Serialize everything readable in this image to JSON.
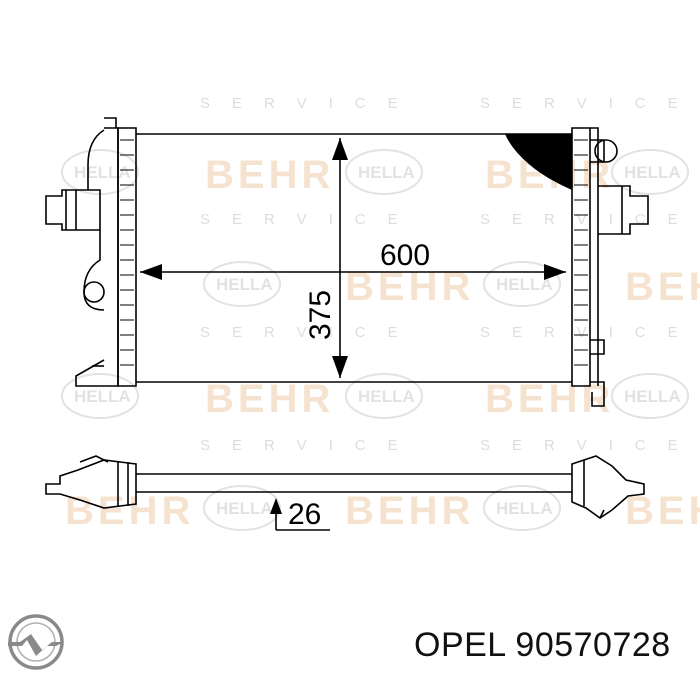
{
  "watermark": {
    "brand_word": "BEHR",
    "hella_word": "HELLA",
    "service_word": "SERVICE"
  },
  "dimensions": {
    "width": "600",
    "height": "375",
    "depth": "26"
  },
  "caption": {
    "brand": "OPEL",
    "part_number": "90570728"
  },
  "logo": {
    "icon": "opel-blitz-icon"
  }
}
